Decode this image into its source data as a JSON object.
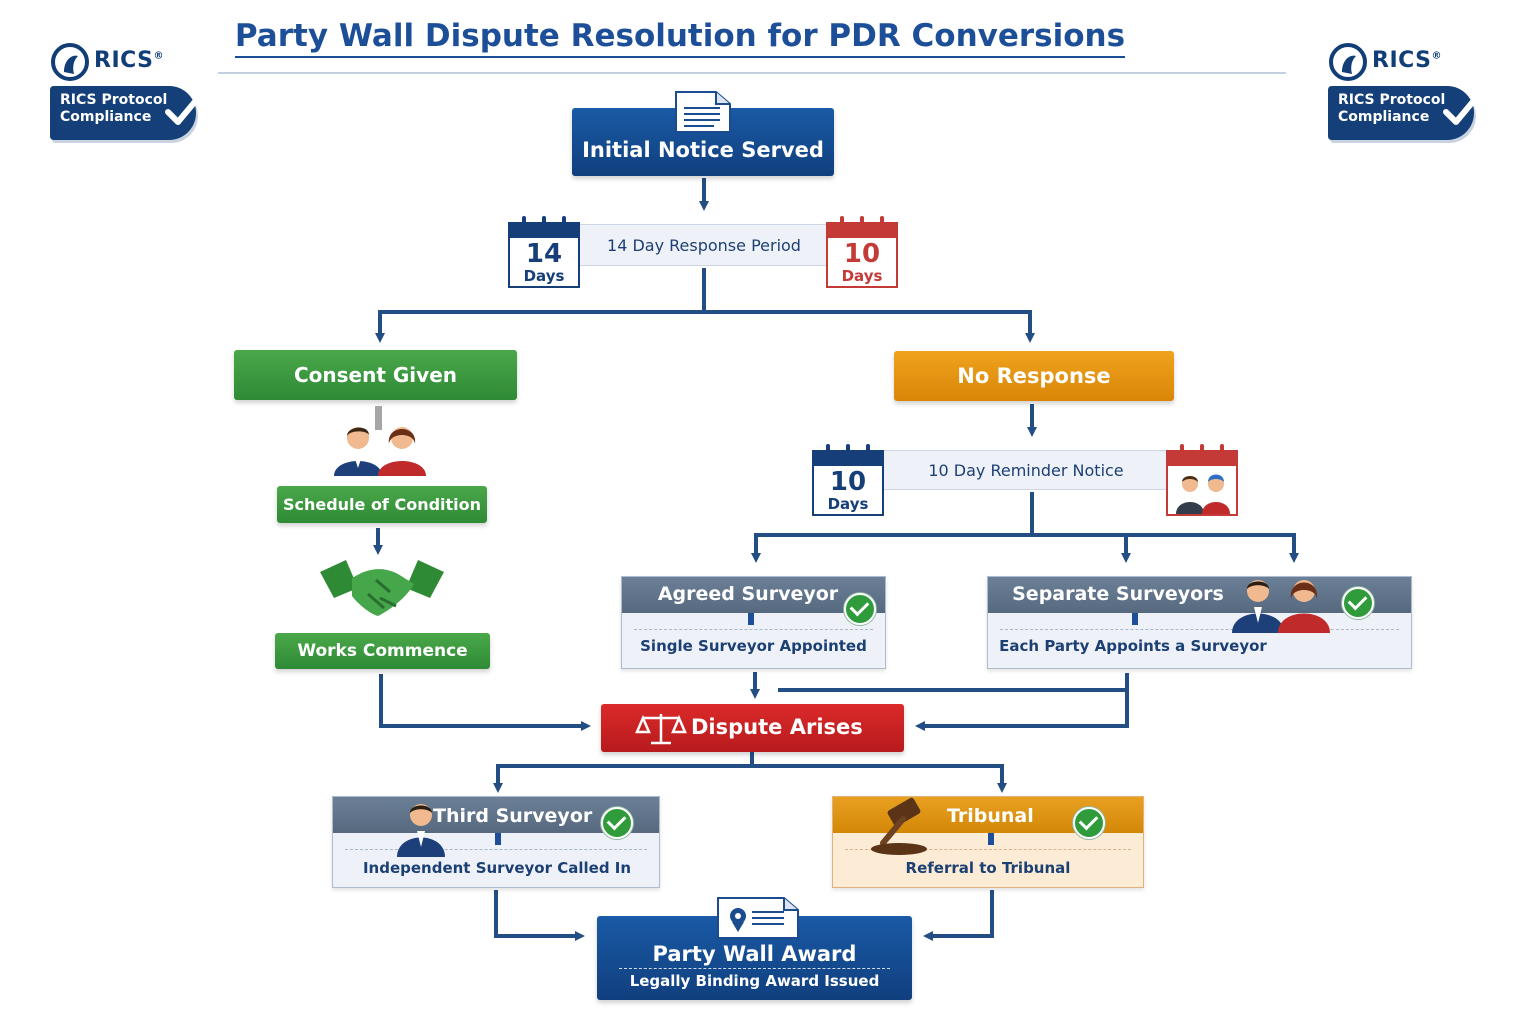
{
  "title": "Party Wall Dispute Resolution for PDR Conversions",
  "badge": {
    "brand": "RICS",
    "text": "RICS Protocol Compliance"
  },
  "nodes": {
    "initial_notice": "Initial Notice Served",
    "response_period": "14 Day Response Period",
    "cal_14": {
      "num": "14",
      "unit": "Days"
    },
    "cal_10a": {
      "num": "10",
      "unit": "Days"
    },
    "consent": "Consent Given",
    "schedule": "Schedule of Condition",
    "works": "Works Commence",
    "no_response": "No Response",
    "reminder": "10 Day Reminder Notice",
    "cal_10b": {
      "num": "10",
      "unit": "Days"
    },
    "agreed": {
      "title": "Agreed Surveyor",
      "sub": "Single Surveyor Appointed"
    },
    "separate": {
      "title": "Separate Surveyors",
      "sub": "Each Party Appoints a Surveyor"
    },
    "dispute": "Dispute Arises",
    "third": {
      "title": "Third Surveyor",
      "sub": "Independent Surveyor Called In"
    },
    "tribunal": {
      "title": "Tribunal",
      "sub": "Referral to Tribunal"
    },
    "award": {
      "title": "Party Wall Award",
      "sub": "Legally Binding Award Issued"
    }
  },
  "colors": {
    "navy": "#143f78",
    "green": "#3a9a40",
    "orange": "#e5950f",
    "red": "#c92123",
    "slate": "#5f7389"
  },
  "icons": [
    "document-icon",
    "calendar-icon",
    "people-icon",
    "handshake-icon",
    "scales-icon",
    "gavel-icon",
    "check-icon",
    "award-document-icon"
  ]
}
